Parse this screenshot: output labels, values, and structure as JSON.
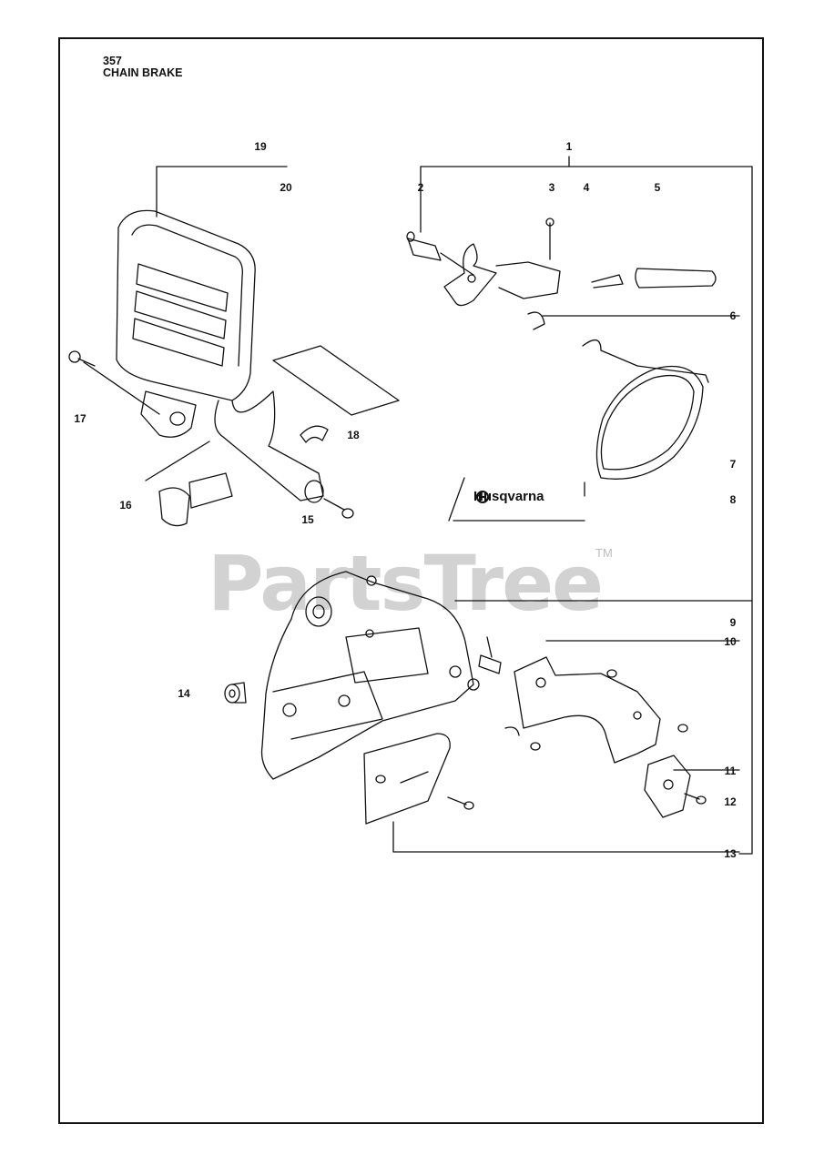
{
  "header": {
    "model": "357",
    "title": "CHAIN BRAKE"
  },
  "watermark": {
    "text": "PartsTree",
    "trademark": "TM"
  },
  "decal_brand": "Husqvarna",
  "callouts": [
    {
      "id": "c1",
      "label": "1"
    },
    {
      "id": "c2",
      "label": "2"
    },
    {
      "id": "c3",
      "label": "3"
    },
    {
      "id": "c4",
      "label": "4"
    },
    {
      "id": "c5",
      "label": "5"
    },
    {
      "id": "c6",
      "label": "6"
    },
    {
      "id": "c7",
      "label": "7"
    },
    {
      "id": "c8",
      "label": "8"
    },
    {
      "id": "c9",
      "label": "9"
    },
    {
      "id": "c10",
      "label": "10"
    },
    {
      "id": "c11",
      "label": "11"
    },
    {
      "id": "c12",
      "label": "12"
    },
    {
      "id": "c13",
      "label": "13"
    },
    {
      "id": "c14",
      "label": "14"
    },
    {
      "id": "c15",
      "label": "15"
    },
    {
      "id": "c16",
      "label": "16"
    },
    {
      "id": "c17",
      "label": "17"
    },
    {
      "id": "c18",
      "label": "18"
    },
    {
      "id": "c19",
      "label": "19"
    },
    {
      "id": "c20",
      "label": "20"
    }
  ]
}
